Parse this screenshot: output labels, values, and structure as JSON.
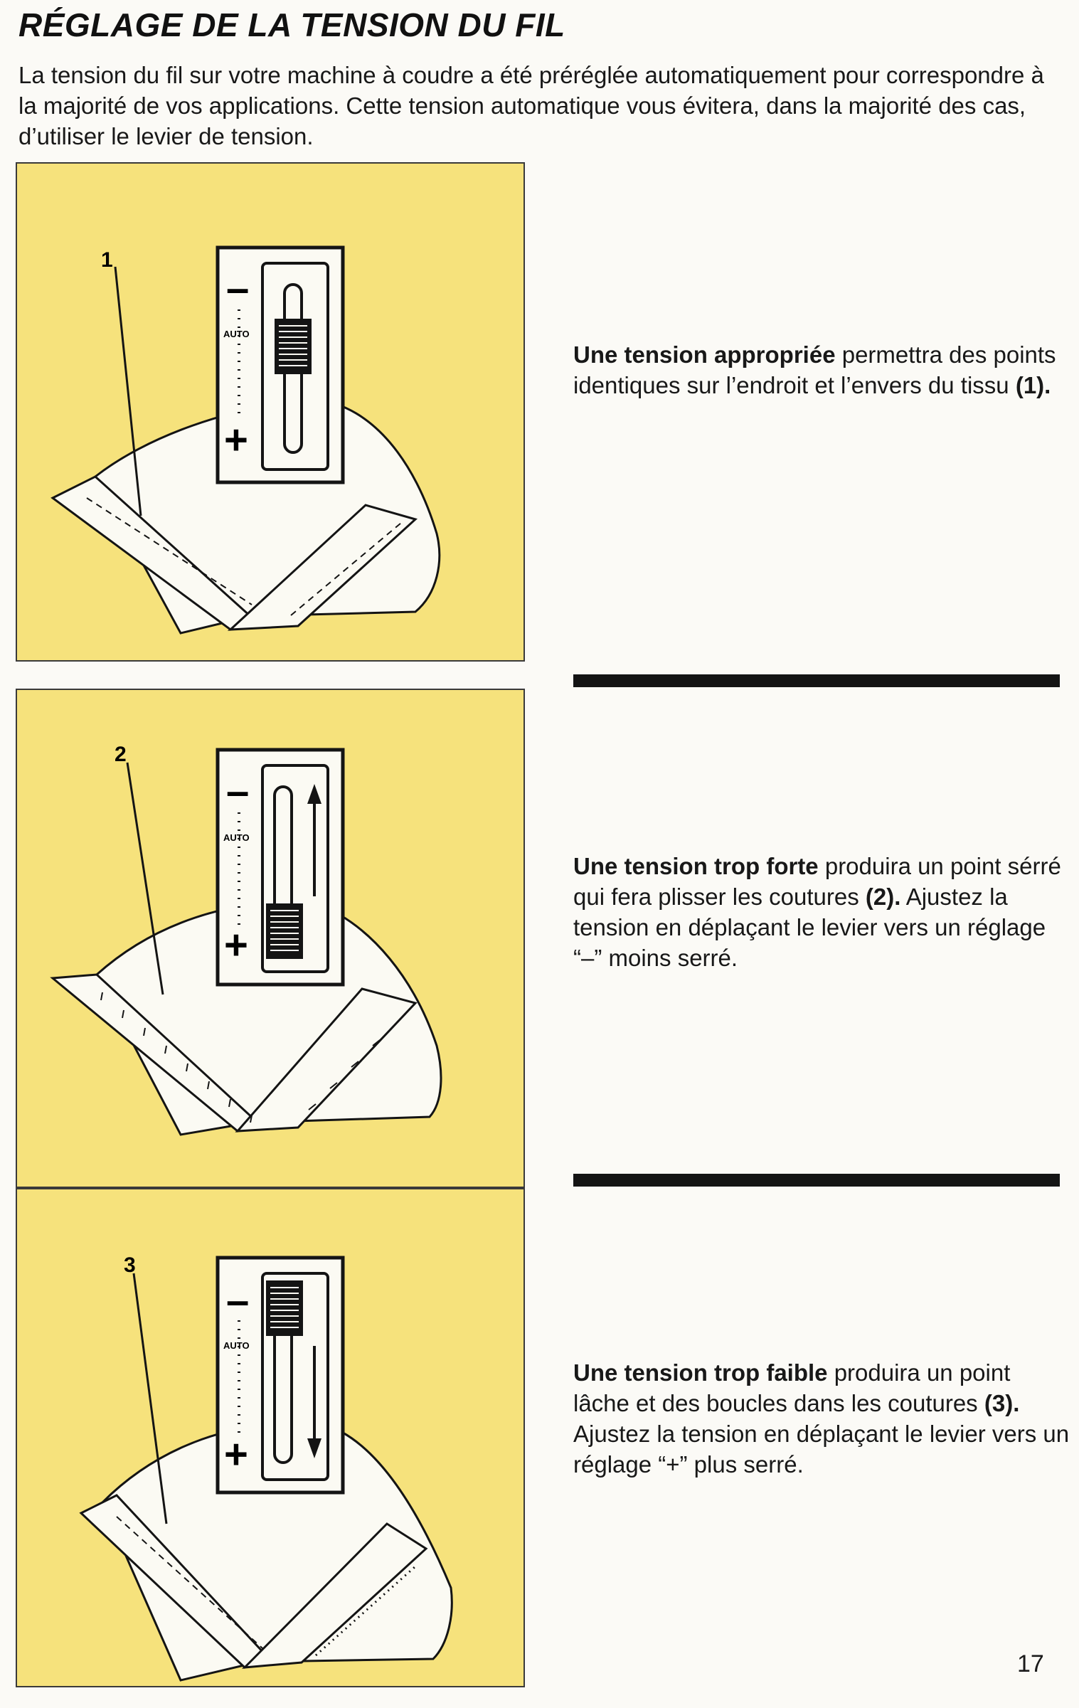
{
  "page": {
    "title": "RÉGLAGE DE LA TENSION DU FIL",
    "intro": "La tension du fil sur votre machine à coudre a été préréglée automatiquement pour correspondre à la majorité de vos applications. Cette tension automatique vous évitera, dans la majorité des cas, d’utiliser le levier de tension.",
    "page_number": "17"
  },
  "panels": [
    {
      "label": "1",
      "dial_minus": "–",
      "dial_plus": "+",
      "dial_auto": "AUTO",
      "desc_bold": "Une tension appropriée",
      "desc_rest": " permettra des points identiques sur l’endroit et l’envers du tissu ",
      "desc_ref": "(1)."
    },
    {
      "label": "2",
      "dial_minus": "–",
      "dial_plus": "+",
      "dial_auto": "AUTO",
      "desc_bold": "Une tension trop forte",
      "desc_rest": " produira un point sérré qui fera plisser les coutures ",
      "desc_ref": "(2).",
      "desc_after": " Ajustez la tension en déplaçant le levier vers un réglage “–” moins serré."
    },
    {
      "label": "3",
      "dial_minus": "–",
      "dial_plus": "+",
      "dial_auto": "AUTO",
      "desc_bold": "Une tension trop faible",
      "desc_rest": " produira un point lâche et des boucles dans les coutures ",
      "desc_ref": "(3).",
      "desc_after": " Ajustez la tension en déplaçant le levier vers un réglage “+” plus serré."
    }
  ],
  "colors": {
    "panel_yellow": "#f6e27c",
    "fabric": "#fbfaf3",
    "ink": "#141414"
  }
}
